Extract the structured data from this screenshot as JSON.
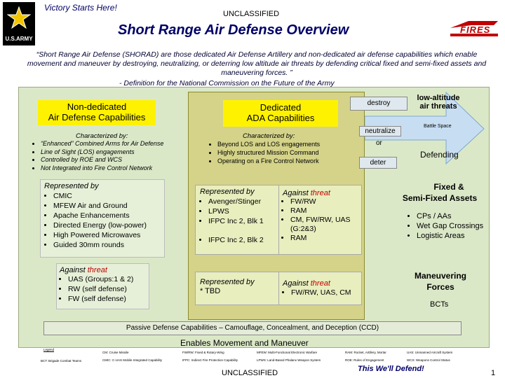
{
  "header": {
    "motto": "Victory Starts Here!",
    "classification_top": "UNCLASSIFIED",
    "title": "Short Range Air Defense Overview",
    "army_logo_text": "U.S.ARMY",
    "fires_logo_text": "FIRES"
  },
  "definition": {
    "quote": "“Short Range Air Defense (SHORAD) are those dedicated Air Defense Artillery and non-dedicated air defense capabilities which enable movement and maneuver by destroying, neutralizing, or deterring low altitude air threats by defending critical fixed and semi-fixed assets and maneuvering forces. ”",
    "source": "- Definition for the National Commission on the Future of the Army"
  },
  "nondedicated": {
    "title_line1": "Non-dedicated",
    "title_line2": "Air Defense Capabilities",
    "characterized_label": "Characterized by:",
    "characterized": [
      "“Enhanced” Combined Arms for Air Defense",
      "Line of Sight (LOS) engagements",
      "Controlled by ROE and WCS",
      "Not Integrated into Fire Control Network"
    ],
    "represented_label": "Represented by",
    "represented": [
      "CMIC",
      "MFEW Air and Ground",
      "Apache Enhancements",
      "Directed Energy (low-power)",
      "High Powered Microwaves",
      "Guided 30mm rounds"
    ],
    "threat_prefix": "Against ",
    "threat_word": "threat",
    "threats": [
      "UAS (Groups:1 & 2)",
      "RW (self defense)",
      "FW (self defense)"
    ]
  },
  "dedicated": {
    "title_line1": "Dedicated",
    "title_line2": "ADA Capabilities",
    "characterized_label": "Characterized by:",
    "characterized": [
      "Beyond LOS and LOS engagements",
      "Highly structured Mission Command",
      "Operating on a Fire Control Network"
    ],
    "represented_label": "Represented by",
    "represented_a": [
      "Avenger/Stinger",
      "LPWS",
      "IFPC Inc 2, Blk 1"
    ],
    "represented_b": [
      "IFPC Inc 2, Blk 2"
    ],
    "threat_prefix": "Against ",
    "threat_word": "threat",
    "threats_a": [
      "FW/RW",
      "RAM",
      "CM, FW/RW, UAS (G:2&3)"
    ],
    "threats_b": [
      "RAM"
    ],
    "tbd_label": "Represented by",
    "tbd_value": "* TBD",
    "tbd_threat_prefix": "Against ",
    "tbd_threat_word": "threat",
    "tbd_threats": [
      "FW/RW, UAS, CM"
    ]
  },
  "right": {
    "threat_title_line1": "low-altitude",
    "threat_title_line2": "air threats",
    "destroy": "destroy",
    "neutralize": "neutralize",
    "or": "or",
    "deter": "deter",
    "battle_space": "Battle Space",
    "defending": "Defending",
    "fixed_title_line1": "Fixed &",
    "fixed_title_line2": "Semi-Fixed Assets",
    "fixed_items": [
      "CPs / AAs",
      "Wet Gap Crossings",
      "Logistic Areas"
    ],
    "maneuver_line1": "Maneuvering",
    "maneuver_line2": "Forces",
    "bcts": "BCTs"
  },
  "passive": "Passive Defense Capabilities – Camouflage, Concealment, and Deception (CCD)",
  "enables": "Enables Movement and Maneuver",
  "legend": {
    "title": "Legend",
    "col1": [
      "BCT: Brigade Combat Teams"
    ],
    "col2": [
      "CM: Cruise Missile",
      "CMIC: C-UAS Mobile Integrated Capability"
    ],
    "col3": [
      "FW/RW: Fixed & Rotary-Wing",
      "IFPC: Indirect Fire Protection Capability"
    ],
    "col4": [
      "MFEW: Multi-Functional Electronic Warfare",
      "LPWS: Land-Based Phalanx Weapon System"
    ],
    "col5": [
      "RAM: Rocket, Artillery, Mortar",
      "ROE: Rules of Engagement"
    ],
    "col6": [
      "UAS: Unmanned Aircraft System",
      "WCS: Weapons Control Status"
    ]
  },
  "footer": {
    "classification": "UNCLASSIFIED",
    "motto": "This We'll Defend!",
    "page_number": "1"
  }
}
